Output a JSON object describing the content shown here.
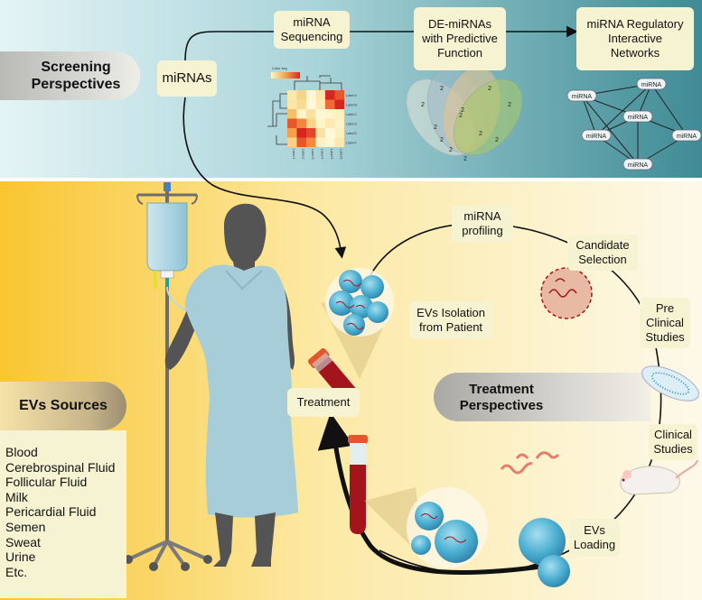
{
  "top_panel": {
    "title": "Screening\nPerspectives",
    "mirnas": "miRNAs",
    "sequencing": "miRNA\nSequencing",
    "de_mirnas": "DE-miRNAs\nwith Predictive\nFunction",
    "networks": "miRNA Regulatory\nInteractive\nNetworks",
    "heatmap_key": "Color key",
    "heatmap_row_labels": [
      "Label A",
      "Label B",
      "Label C",
      "Label D",
      "Label E",
      "Label F"
    ],
    "heatmap_col_labels": [
      "Label 1",
      "Label 2",
      "Label 3",
      "Label 4",
      "Label 5",
      "Label 6"
    ],
    "venn_value": "2",
    "network_node": "miRNA"
  },
  "bottom_panel": {
    "treatment_title": "Treatment\nPerspectives",
    "sources_title": "EVs Sources",
    "sources": [
      "Blood",
      "Cerebrospinal Fluid",
      "Follicular Fluid",
      "Milk",
      "Pericardial Fluid",
      "Semen",
      "Sweat",
      "Urine",
      "Etc."
    ],
    "profiling": "miRNA\nprofiling",
    "candidate": "Candidate\nSelection",
    "preclinical": "Pre\nClinical\nStudies",
    "clinical": "Clinical\nStudies",
    "loading": "EVs\nLoading",
    "isolation": "EVs Isolation\nfrom Patient",
    "treatment": "Treatment"
  },
  "colors": {
    "top_bg_left": "#e4f4f6",
    "top_bg_right": "#3f8b95",
    "bottom_bg_left": "#f9c531",
    "bottom_bg_right": "#fdf9ea",
    "label_bg": "#f6f3d2",
    "vesicle": "#4aaed0",
    "blood": "#a3141c",
    "silhouette": "#545454",
    "gown": "#a6cdd8"
  }
}
